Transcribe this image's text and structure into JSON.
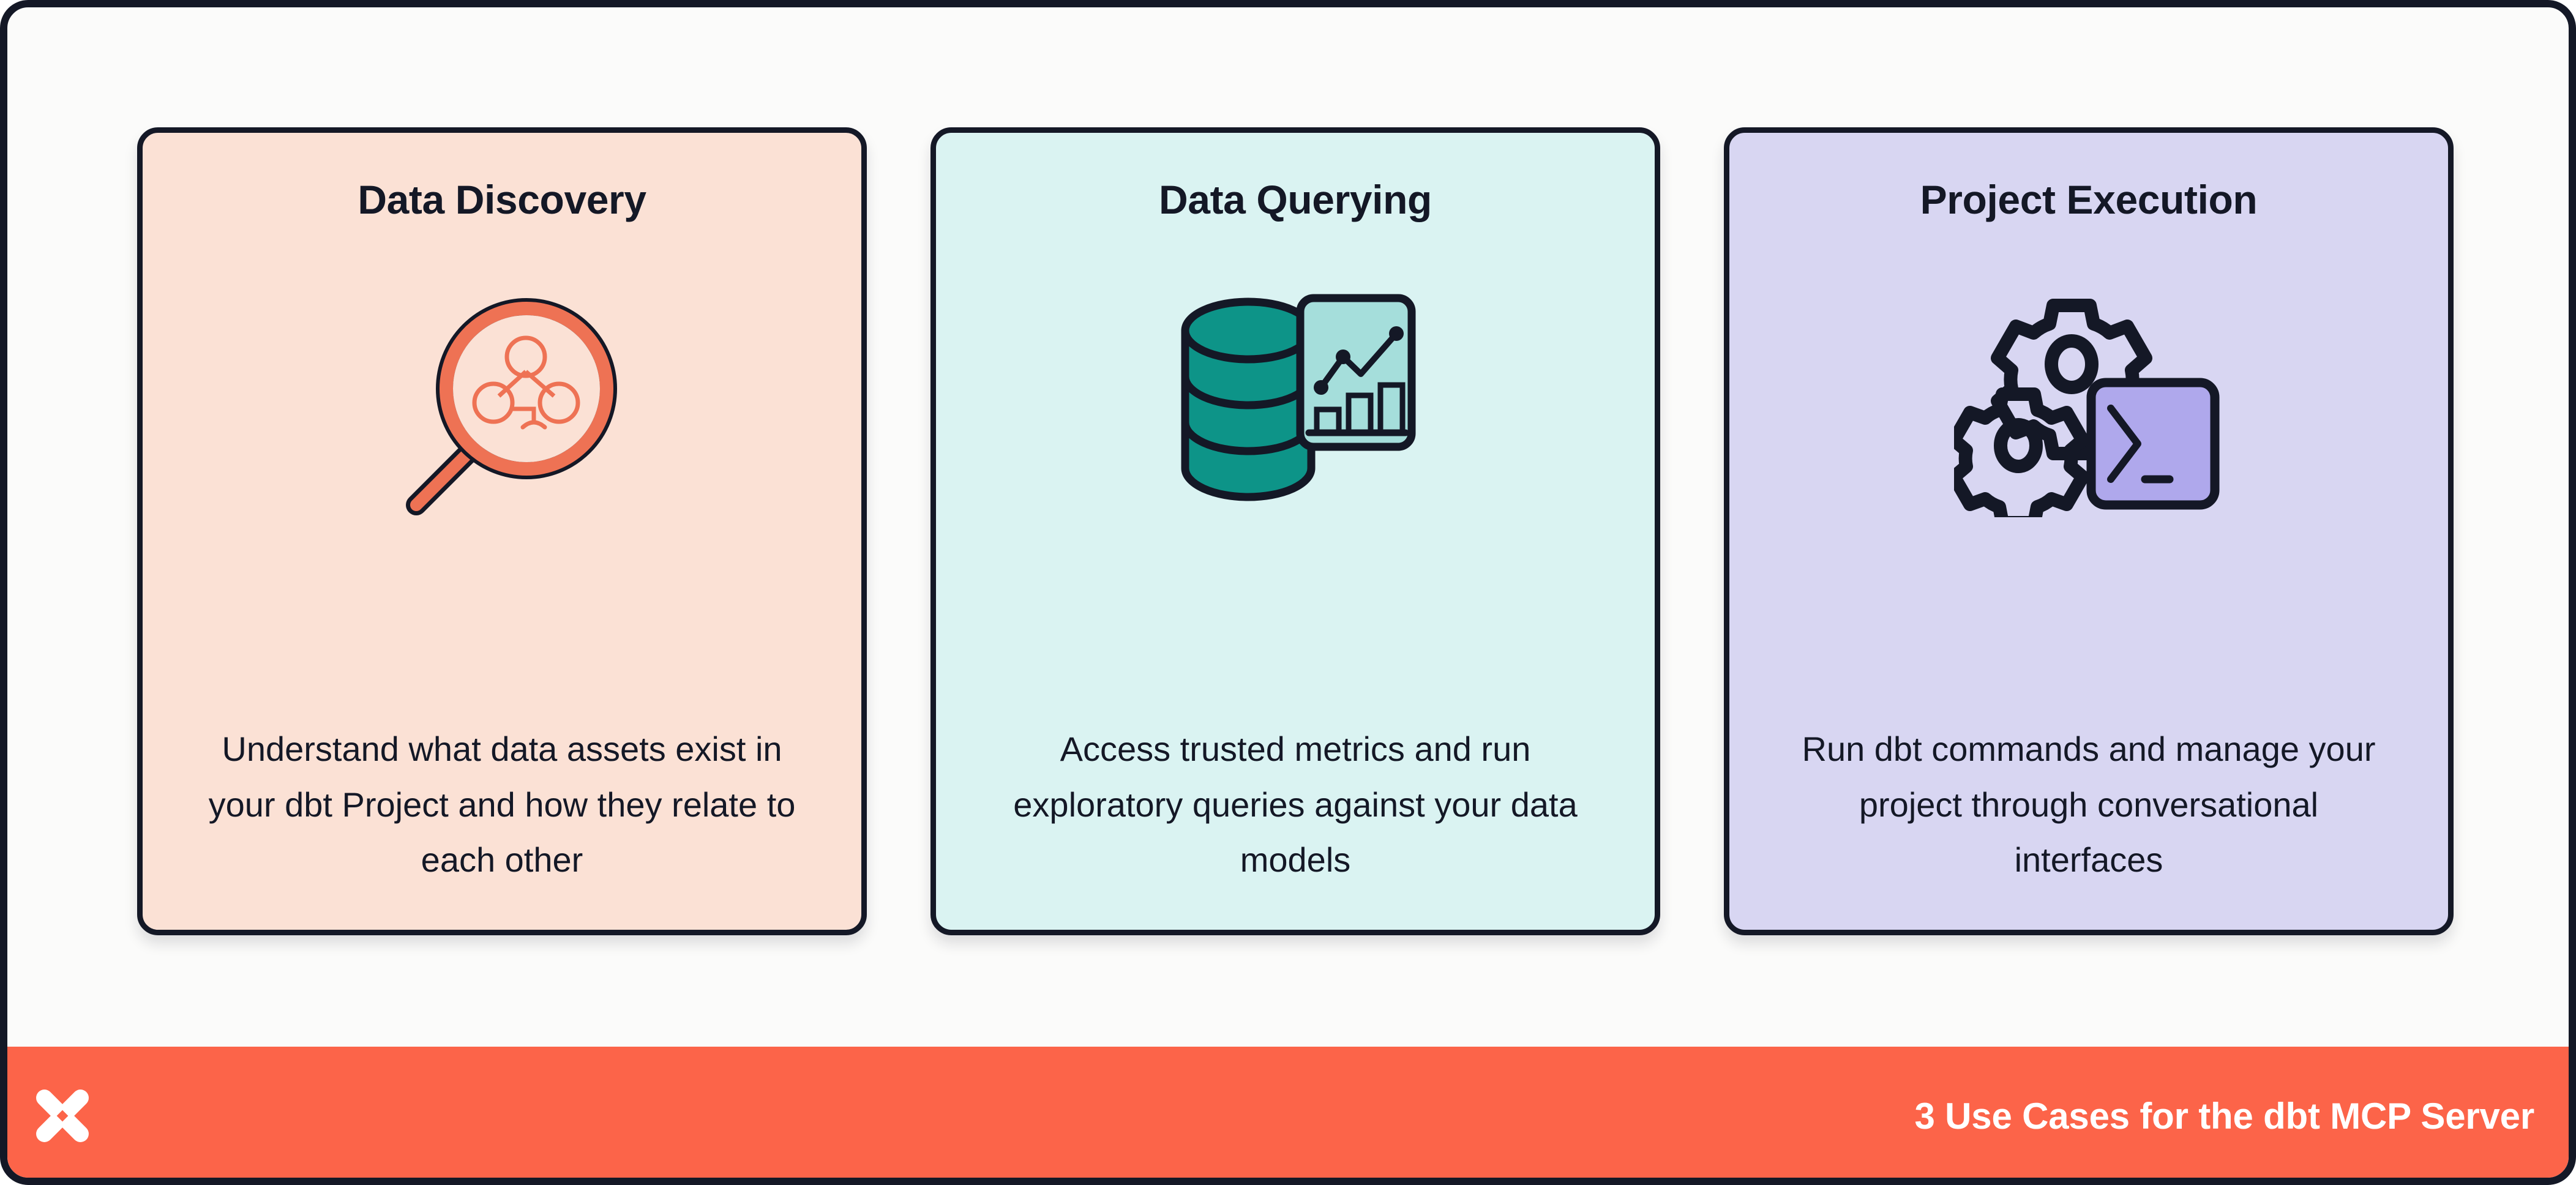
{
  "frame": {
    "background_color": "#FBFBFA",
    "border_color": "#141826"
  },
  "cards": [
    {
      "id": "data-discovery",
      "title": "Data Discovery",
      "body": "Understand what data assets exist in your dbt Project and how they relate to each other",
      "background_color": "#FBE1D5",
      "accent_color": "#EE7254",
      "icon_name": "magnifier-node-graph-icon"
    },
    {
      "id": "data-querying",
      "title": "Data Querying",
      "body": "Access trusted metrics and run exploratory queries against your data models",
      "background_color": "#DAF3F2",
      "accent_color": "#0D9488",
      "icon_name": "database-chart-icon"
    },
    {
      "id": "project-execution",
      "title": "Project Execution",
      "body": "Run dbt commands and manage your project through conversational interfaces",
      "background_color": "#D8D6F2",
      "accent_color": "#AFA8EC",
      "icon_name": "gears-terminal-icon"
    }
  ],
  "footer": {
    "text": "3 Use Cases for the dbt MCP Server",
    "background_color": "#FC6449",
    "text_color": "#FFFFFF",
    "logo_name": "dbt-logo"
  }
}
